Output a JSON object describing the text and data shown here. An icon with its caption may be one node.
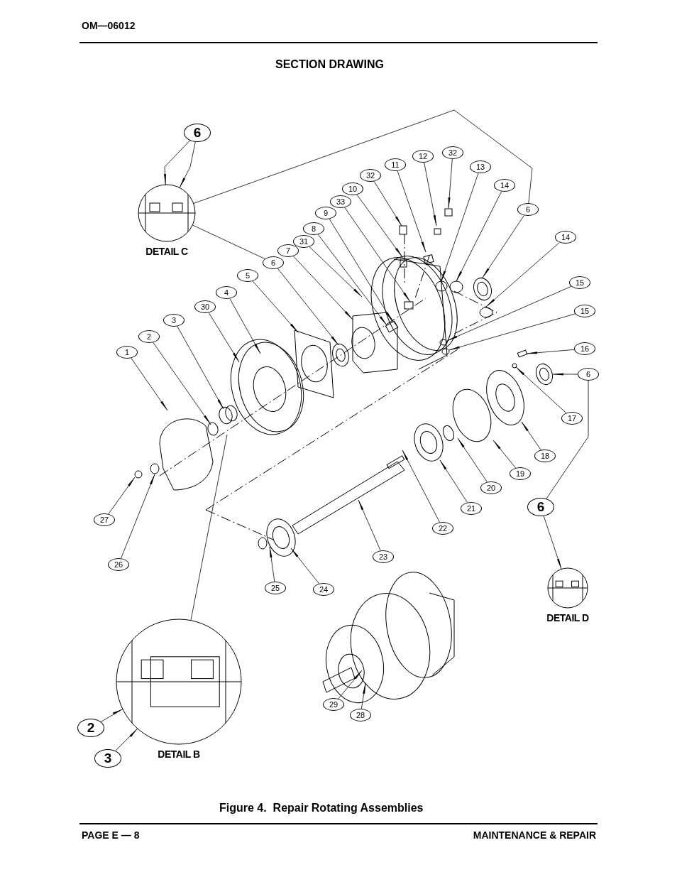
{
  "diagram": {
    "title": "SECTION DRAWING",
    "caption": "Figure 4.  Repair Rotating Assemblies",
    "nodes": [
      {
        "text": [
          "6"
        ]
      },
      {
        "text": [
          "DETAIL C"
        ]
      },
      {
        "text": [
          "32"
        ]
      },
      {
        "text": [
          "11"
        ]
      },
      {
        "text": [
          "12"
        ]
      },
      {
        "text": [
          "32"
        ]
      },
      {
        "text": [
          "13"
        ]
      },
      {
        "text": [
          "10"
        ]
      },
      {
        "text": [
          "14"
        ]
      },
      {
        "text": [
          "33"
        ]
      },
      {
        "text": [
          "6"
        ]
      },
      {
        "text": [
          "9"
        ]
      },
      {
        "text": [
          "8"
        ]
      },
      {
        "text": [
          "31"
        ]
      },
      {
        "text": [
          "14"
        ]
      },
      {
        "text": [
          "7"
        ]
      },
      {
        "text": [
          "6"
        ]
      },
      {
        "text": [
          "5"
        ]
      },
      {
        "text": [
          "4"
        ]
      },
      {
        "text": [
          "15"
        ]
      },
      {
        "text": [
          "30"
        ]
      },
      {
        "text": [
          "15"
        ]
      },
      {
        "text": [
          "3"
        ]
      },
      {
        "text": [
          "2"
        ]
      },
      {
        "text": [
          "16"
        ]
      },
      {
        "text": [
          "1"
        ]
      },
      {
        "text": [
          "6"
        ]
      },
      {
        "text": [
          "17"
        ]
      },
      {
        "text": [
          "18"
        ]
      },
      {
        "text": [
          "19"
        ]
      },
      {
        "text": [
          "20"
        ]
      },
      {
        "text": [
          "6"
        ]
      },
      {
        "text": [
          "21"
        ]
      },
      {
        "text": [
          "27"
        ]
      },
      {
        "text": [
          "22"
        ]
      },
      {
        "text": [
          "23"
        ]
      },
      {
        "text": [
          "26"
        ]
      },
      {
        "text": [
          "25"
        ]
      },
      {
        "text": [
          "24"
        ]
      },
      {
        "text": [
          "DETAIL D"
        ]
      },
      {
        "text": [
          "DETAIL B"
        ]
      },
      {
        "text": [
          "29"
        ]
      },
      {
        "text": [
          "28"
        ]
      },
      {
        "text": [
          "2"
        ]
      },
      {
        "text": [
          "3"
        ]
      }
    ],
    "edges": [
      {
        "from": 0,
        "to": 1,
        "arrow": "to"
      },
      {
        "from": 0,
        "to": 1,
        "arrow": "to"
      },
      {
        "from": 1,
        "to": 10,
        "arrow": "none"
      },
      {
        "from": 1,
        "to": 16,
        "arrow": "none"
      },
      {
        "from": 2,
        "to": null,
        "arrow": "to"
      },
      {
        "from": 3,
        "to": null,
        "arrow": "to"
      },
      {
        "from": 4,
        "to": null,
        "arrow": "to"
      },
      {
        "from": 5,
        "to": null,
        "arrow": "to"
      },
      {
        "from": 6,
        "to": null,
        "arrow": "to"
      },
      {
        "from": 7,
        "to": null,
        "arrow": "to"
      },
      {
        "from": 8,
        "to": null,
        "arrow": "to"
      },
      {
        "from": 9,
        "to": null,
        "arrow": "to"
      },
      {
        "from": 10,
        "to": null,
        "arrow": "to"
      },
      {
        "from": 11,
        "to": null,
        "arrow": "to"
      },
      {
        "from": 12,
        "to": null,
        "arrow": "to"
      },
      {
        "from": 13,
        "to": null,
        "arrow": "to"
      },
      {
        "from": 14,
        "to": null,
        "arrow": "to"
      },
      {
        "from": 15,
        "to": null,
        "arrow": "to"
      },
      {
        "from": 16,
        "to": null,
        "arrow": "to"
      },
      {
        "from": 17,
        "to": null,
        "arrow": "to"
      },
      {
        "from": 18,
        "to": null,
        "arrow": "to"
      },
      {
        "from": 19,
        "to": null,
        "arrow": "to"
      },
      {
        "from": 20,
        "to": null,
        "arrow": "to"
      },
      {
        "from": 21,
        "to": null,
        "arrow": "to"
      },
      {
        "from": 22,
        "to": null,
        "arrow": "to"
      },
      {
        "from": 23,
        "to": null,
        "arrow": "to"
      },
      {
        "from": 24,
        "to": null,
        "arrow": "to"
      },
      {
        "from": 25,
        "to": null,
        "arrow": "to"
      },
      {
        "from": 26,
        "to": null,
        "arrow": "to"
      },
      {
        "from": 27,
        "to": null,
        "arrow": "to"
      },
      {
        "from": 28,
        "to": null,
        "arrow": "to"
      },
      {
        "from": 29,
        "to": null,
        "arrow": "to"
      },
      {
        "from": 30,
        "to": null,
        "arrow": "to"
      },
      {
        "from": 26,
        "to": 31,
        "arrow": "none"
      },
      {
        "from": 31,
        "to": 39,
        "arrow": "to"
      },
      {
        "from": 32,
        "to": null,
        "arrow": "to"
      },
      {
        "from": 33,
        "to": null,
        "arrow": "to"
      },
      {
        "from": 34,
        "to": null,
        "arrow": "to"
      },
      {
        "from": 35,
        "to": null,
        "arrow": "to"
      },
      {
        "from": 36,
        "to": null,
        "arrow": "to"
      },
      {
        "from": 37,
        "to": null,
        "arrow": "to"
      },
      {
        "from": 38,
        "to": null,
        "arrow": "to"
      },
      {
        "from": 40,
        "to": null,
        "arrow": "none"
      },
      {
        "from": 41,
        "to": null,
        "arrow": "to"
      },
      {
        "from": 42,
        "to": null,
        "arrow": "to"
      },
      {
        "from": 43,
        "to": 40,
        "arrow": "to"
      },
      {
        "from": 44,
        "to": 40,
        "arrow": "to"
      }
    ],
    "labels": [
      "OM—06012",
      "PAGE E — 8",
      "MAINTENANCE & REPAIR"
    ]
  }
}
